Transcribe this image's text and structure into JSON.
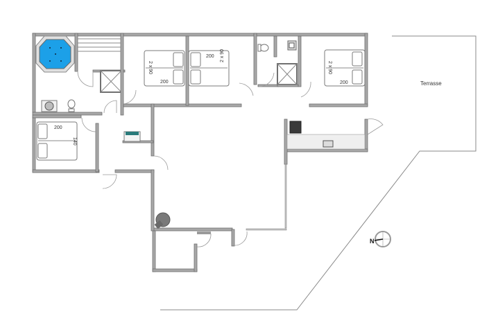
{
  "plan": {
    "terrace_label": "Terrasse",
    "compass_letter": "N",
    "bed_labels": {
      "bedroom_1_length": "200",
      "bedroom_1_width": "2 x 90",
      "bedroom_2_length": "200",
      "bedroom_2_width": "2 x 90",
      "bedroom_3_length": "200",
      "bedroom_3_width": "2 x 90",
      "bedroom_4_length": "200",
      "bedroom_4_width": "140"
    },
    "colors": {
      "wall": "#a8a8a8",
      "wall_outline": "#6e6e6e",
      "spa_water": "#1ca0e8",
      "spa_rim": "#d8d8d8",
      "stove": "#3a3a3a",
      "counter": "#efefef",
      "stove_accent": "#1a8a8a"
    }
  }
}
